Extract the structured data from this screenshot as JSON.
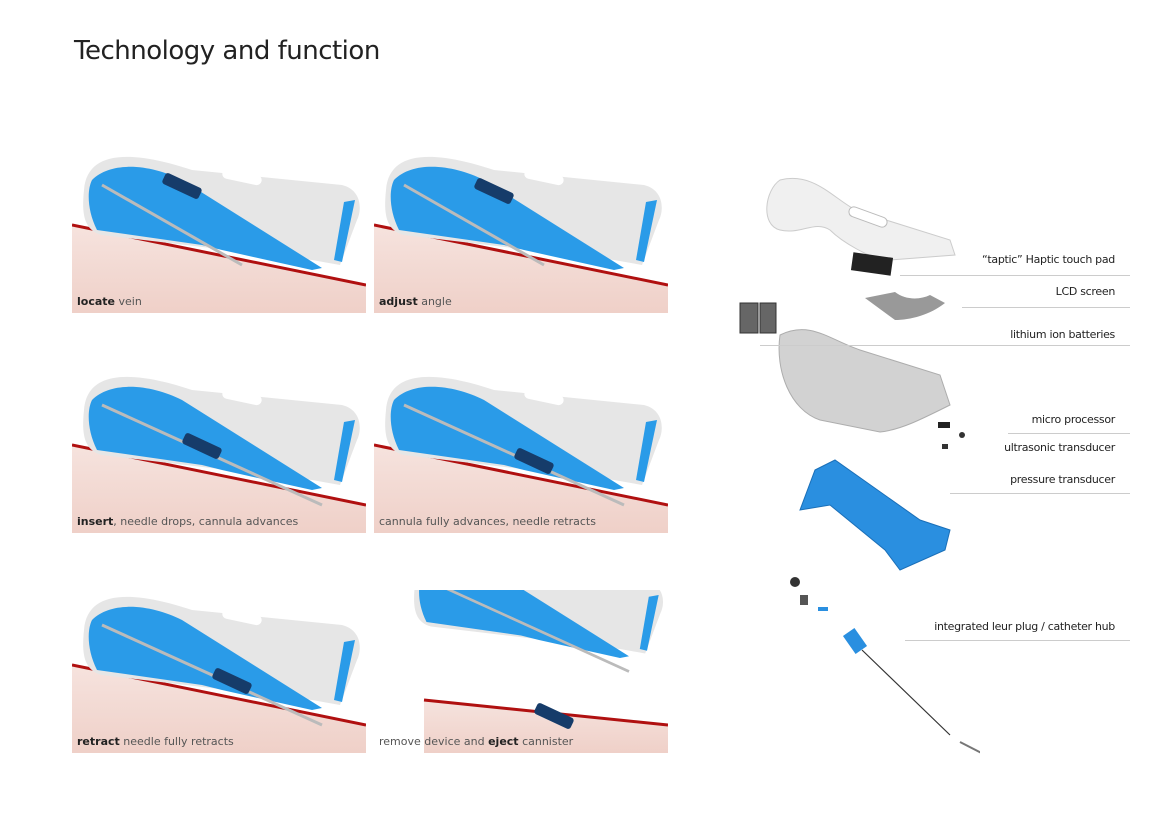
{
  "title": "Technology and function",
  "steps": [
    {
      "bold": "locate",
      "rest": " vein"
    },
    {
      "bold": "adjust",
      "rest": " angle"
    },
    {
      "bold": "insert",
      "rest": ", needle drops, cannula advances"
    },
    {
      "bold": "",
      "rest": "cannula fully advances, needle retracts"
    },
    {
      "bold": "retract",
      "rest": " needle fully retracts"
    },
    {
      "pre": "remove device and ",
      "bold": "eject",
      "rest": " cannister"
    }
  ],
  "components": [
    "“taptic” Haptic touch pad",
    "LCD screen",
    "lithium ion batteries",
    "micro processor",
    "ultrasonic transducer",
    "pressure transducer",
    "integrated leur plug / catheter hub"
  ],
  "colors": {
    "blue": "#2a9be8",
    "skin": "#f3d9d2",
    "vein": "#b01010",
    "shell": "#e6e6e6"
  }
}
